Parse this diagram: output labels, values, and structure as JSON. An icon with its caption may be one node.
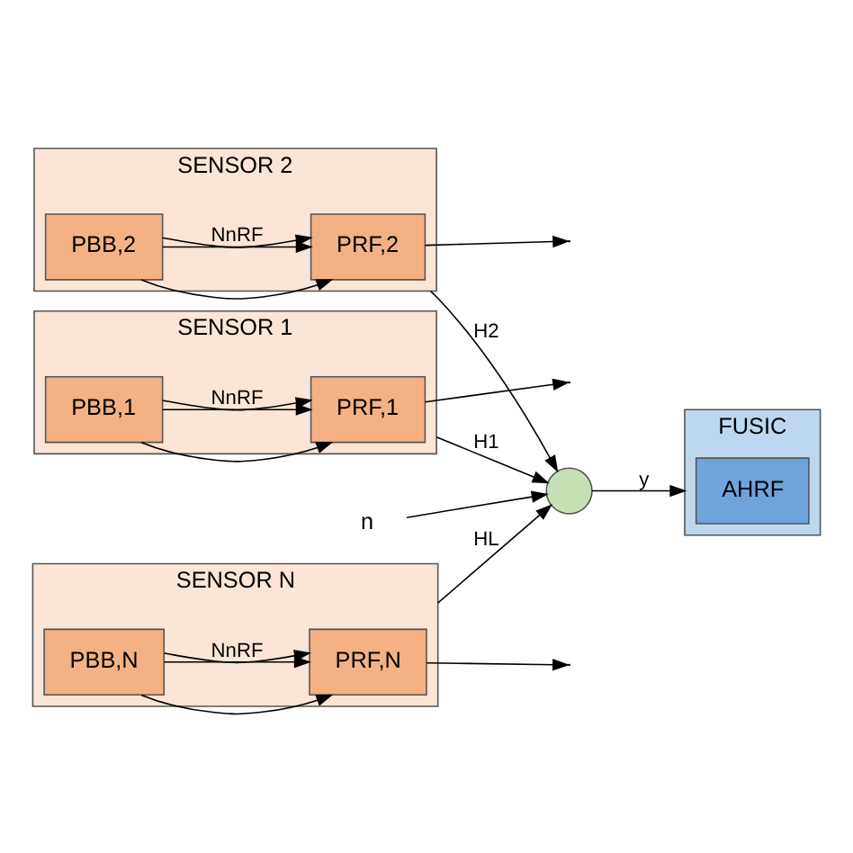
{
  "diagram": {
    "nodes": [
      {
        "text": [
          "SENSOR 1"
        ]
      },
      {
        "text": [
          "PBB,1"
        ],
        "in": 0
      },
      {
        "text": [
          "PRF,1"
        ],
        "in": 0
      },
      {
        "text": [
          "SENSOR 2"
        ]
      },
      {
        "text": [
          "PBB,2"
        ],
        "in": 3
      },
      {
        "text": [
          "PRF,2"
        ],
        "in": 3
      },
      {
        "text": [
          "SENSOR N"
        ]
      },
      {
        "text": [
          "PBB,N"
        ],
        "in": 6
      },
      {
        "text": [
          "PRF,N"
        ],
        "in": 6
      },
      {
        "text": [],
        "shape": "circle"
      },
      {
        "text": [
          "FUSIC"
        ]
      },
      {
        "text": [
          "AHRF"
        ],
        "in": 10
      },
      {
        "text": [
          "n"
        ]
      }
    ],
    "edges": [
      {
        "from": 1,
        "to": 2,
        "arrow": "to"
      },
      {
        "from": 1,
        "to": 2,
        "arrow": "to"
      },
      {
        "from": 1,
        "to": 2,
        "arrow": "to",
        "label": "NnRF"
      },
      {
        "from": 2,
        "to": null,
        "arrow": "to"
      },
      {
        "from": 4,
        "to": 5,
        "arrow": "to"
      },
      {
        "from": 4,
        "to": 5,
        "arrow": "to"
      },
      {
        "from": 4,
        "to": 5,
        "arrow": "to",
        "label": "NnRF"
      },
      {
        "from": 5,
        "to": null,
        "arrow": "to"
      },
      {
        "from": 7,
        "to": 8,
        "arrow": "to"
      },
      {
        "from": 7,
        "to": 8,
        "arrow": "to"
      },
      {
        "from": 7,
        "to": 8,
        "arrow": "to",
        "label": "NnRF"
      },
      {
        "from": 8,
        "to": null,
        "arrow": "to"
      },
      {
        "from": 0,
        "to": 9,
        "arrow": "to",
        "label": "H1"
      },
      {
        "from": 3,
        "to": 9,
        "arrow": "to",
        "label": "H2"
      },
      {
        "from": 6,
        "to": 9,
        "arrow": "to",
        "label": "HL"
      },
      {
        "from": 12,
        "to": 9,
        "arrow": "to"
      },
      {
        "from": 9,
        "to": 10,
        "arrow": "to",
        "label": "y"
      }
    ]
  }
}
